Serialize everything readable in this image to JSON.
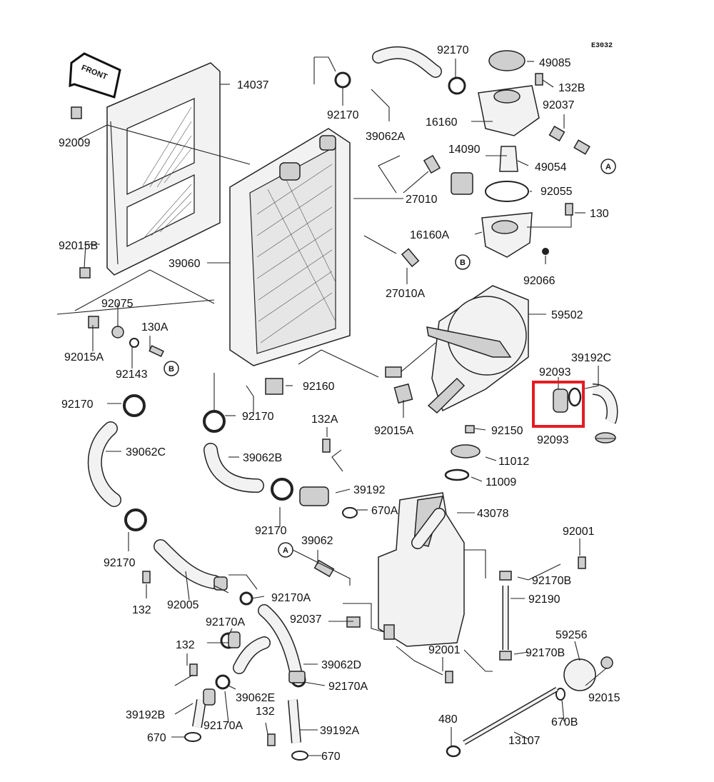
{
  "diagram_code": "E3032",
  "front_label": "FRONT",
  "highlight_color": "#e31c23",
  "labels": {
    "p14037": "14037",
    "p92009": "92009",
    "p92015B": "92015B",
    "p39060": "39060",
    "p92075": "92075",
    "p92015A_l": "92015A",
    "p130A": "130A",
    "p92143": "92143",
    "p92170_top1": "92170",
    "p92170_top2": "92170",
    "p39062A": "39062A",
    "p49085": "49085",
    "p132B": "132B",
    "p92037_top": "92037",
    "p16160": "16160",
    "p14090": "14090",
    "p49054": "49054",
    "p92055": "92055",
    "p27010": "27010",
    "p130": "130",
    "p16160A": "16160A",
    "p92066": "92066",
    "p27010A": "27010A",
    "p59502": "59502",
    "p39192C": "39192C",
    "p92093_a": "92093",
    "p92093_b": "92093",
    "p92160": "92160",
    "p92170_l": "92170",
    "p39062C": "39062C",
    "p92170_m": "92170",
    "p132A": "132A",
    "p92015A_r": "92015A",
    "p92150": "92150",
    "p11012": "11012",
    "p39062B": "39062B",
    "p11009": "11009",
    "p39192": "39192",
    "p670A": "670A",
    "p43078": "43078",
    "p92170_b1": "92170",
    "p39062": "39062",
    "p92001_a": "92001",
    "p92170_b2": "92170",
    "p92170B_a": "92170B",
    "p92190": "92190",
    "p132_a": "132",
    "p92005": "92005",
    "p92170A_a": "92170A",
    "p92037_b": "92037",
    "p92170A_b": "92170A",
    "p59256": "59256",
    "p92170B_b": "92170B",
    "p92001_b": "92001",
    "p132_b": "132",
    "p39062D": "39062D",
    "p92015": "92015",
    "p39062E": "39062E",
    "p92170A_c": "92170A",
    "p39192B": "39192B",
    "p92170A_d": "92170A",
    "p132_c": "132",
    "p670B": "670B",
    "p480": "480",
    "p39192A": "39192A",
    "p13107": "13107",
    "p670_a": "670",
    "p670_b": "670"
  },
  "callouts": {
    "A_top": "A",
    "B_mid": "B",
    "B_left": "B",
    "A_low": "A"
  }
}
